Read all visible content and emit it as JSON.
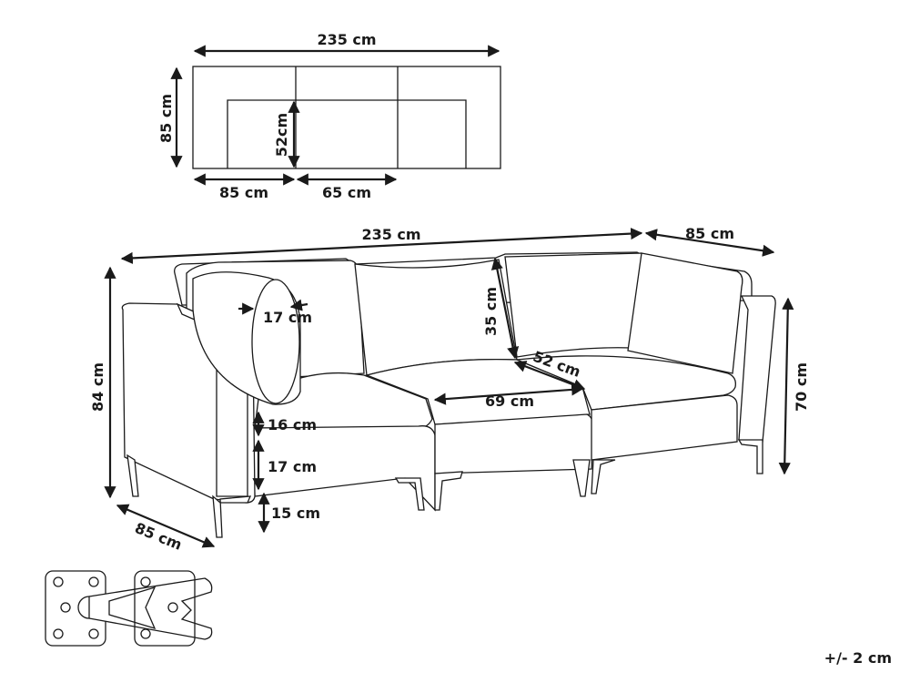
{
  "top_view": {
    "width_label": "235 cm",
    "depth_label": "85 cm",
    "seat_depth_label": "52cm",
    "arm_width_label": "85 cm",
    "module_width_label": "65 cm"
  },
  "front_view": {
    "total_width_label": "235 cm",
    "depth_top_label": "85 cm",
    "total_height_label": "84 cm",
    "back_height_label": "35 cm",
    "armrest_width_label": "17 cm",
    "seat_depth_label": "52 cm",
    "seat_width_label": "69 cm",
    "seat_thickness_label": "16 cm",
    "base_height_label": "17 cm",
    "leg_height_label": "15 cm",
    "arm_height_label": "70 cm",
    "depth_bottom_label": "85 cm"
  },
  "tolerance_label": "+/- 2 cm"
}
